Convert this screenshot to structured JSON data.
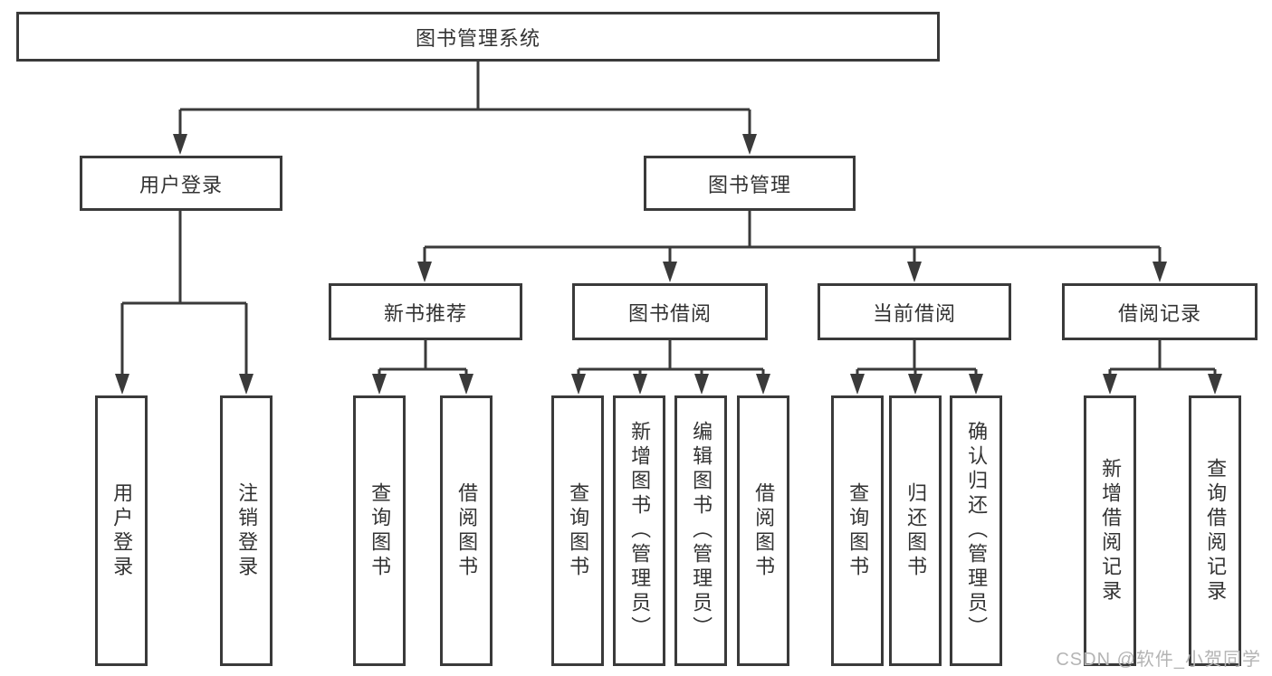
{
  "diagram": {
    "tree": {
      "root": {
        "label": "图书管理系统",
        "children": [
          {
            "label": "用户登录",
            "children": [
              {
                "label": "用户登录"
              },
              {
                "label": "注销登录"
              }
            ]
          },
          {
            "label": "图书管理",
            "children": [
              {
                "label": "新书推荐",
                "children": [
                  {
                    "label": "查询图书"
                  },
                  {
                    "label": "借阅图书"
                  }
                ]
              },
              {
                "label": "图书借阅",
                "children": [
                  {
                    "label": "查询图书"
                  },
                  {
                    "label": "新增图书（管理员）"
                  },
                  {
                    "label": "编辑图书（管理员）"
                  },
                  {
                    "label": "借阅图书"
                  }
                ]
              },
              {
                "label": "当前借阅",
                "children": [
                  {
                    "label": "查询图书"
                  },
                  {
                    "label": "归还图书"
                  },
                  {
                    "label": "确认归还（管理员）"
                  }
                ]
              },
              {
                "label": "借阅记录",
                "children": [
                  {
                    "label": "新增借阅记录"
                  },
                  {
                    "label": "查询借阅记录"
                  }
                ]
              }
            ]
          }
        ]
      }
    },
    "colors": {
      "line": "#3a3a3a",
      "text": "#333333",
      "background": "#ffffff",
      "watermark": "#b4b4b4"
    }
  },
  "watermark": {
    "text": "CSDN @软件_小贺同学"
  }
}
